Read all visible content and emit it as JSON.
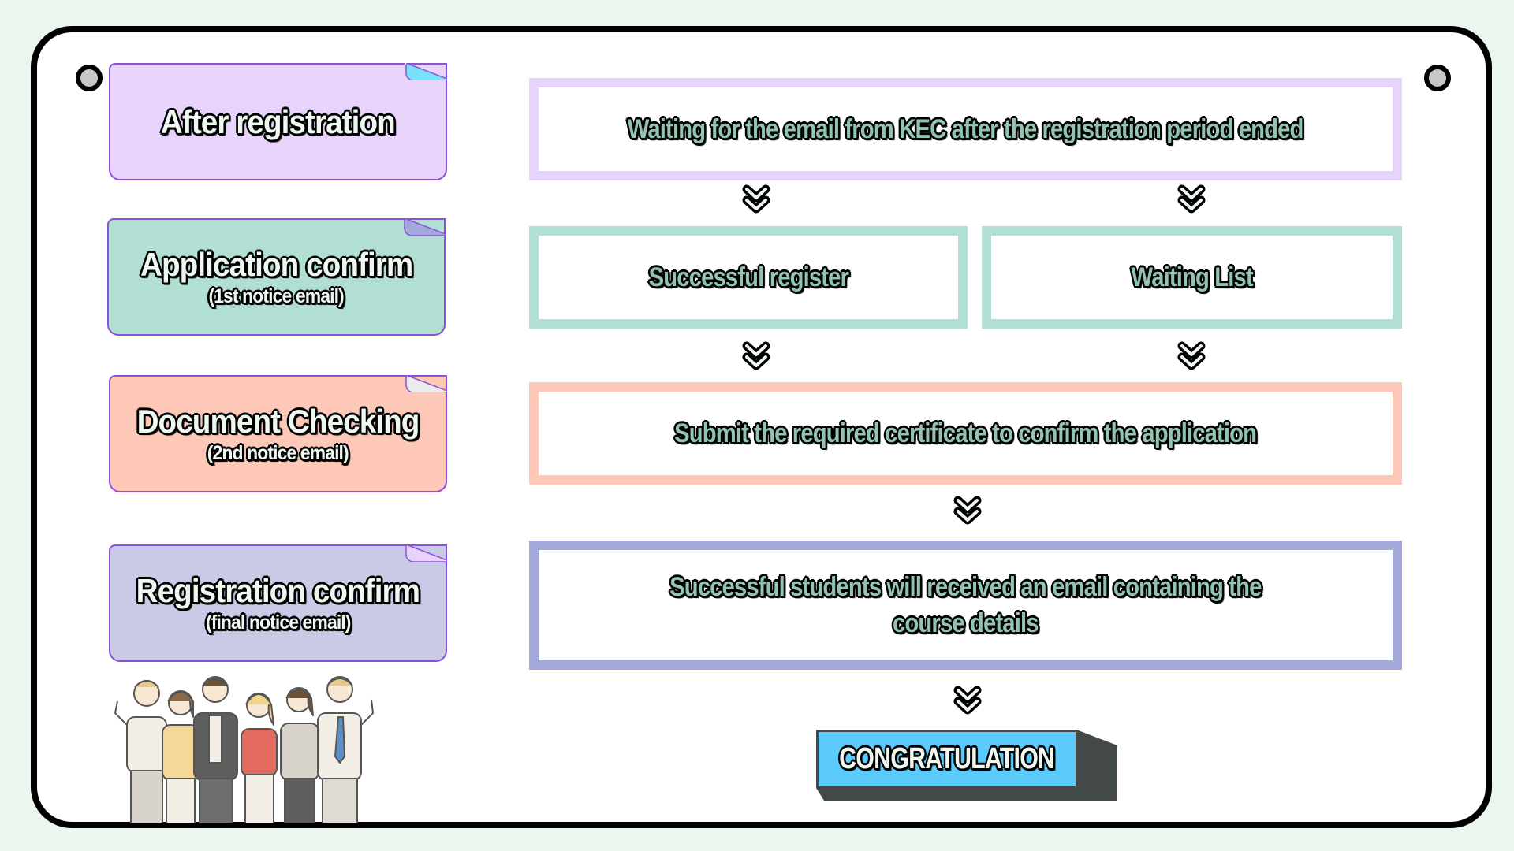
{
  "stages": [
    {
      "title": "After registration",
      "subtitle": null,
      "color": "#e8d4fb",
      "fold": "#7adffb"
    },
    {
      "title": "Application confirm",
      "subtitle": "(1st notice email)",
      "color": "#b1dfd3",
      "fold": "#a3a9d9"
    },
    {
      "title": "Document Checking",
      "subtitle": "(2nd notice email)",
      "color": "#fdc8b8",
      "fold": "#ececf0"
    },
    {
      "title": "Registration confirm",
      "subtitle": "(final notice email)",
      "color": "#c9cbe6",
      "fold": "#e8d4fb"
    }
  ],
  "flow": {
    "step1": "Waiting for the email from KEC after the registration period ended",
    "step2a": "Successful register",
    "step2b": "Waiting List",
    "step3": "Submit the required certificate to confirm the application",
    "step4_line1": "Successful students will received an email containing the",
    "step4_line2": "course details",
    "final": "CONGRATULATION"
  },
  "colors": {
    "background": "#ebf6ee",
    "step1": "#e8d4fb",
    "step2": "#b1dfd3",
    "step3": "#fdc8b8",
    "step4": "#a3a9d9",
    "final": "#5bcbfb",
    "final_shadow": "#434848"
  }
}
